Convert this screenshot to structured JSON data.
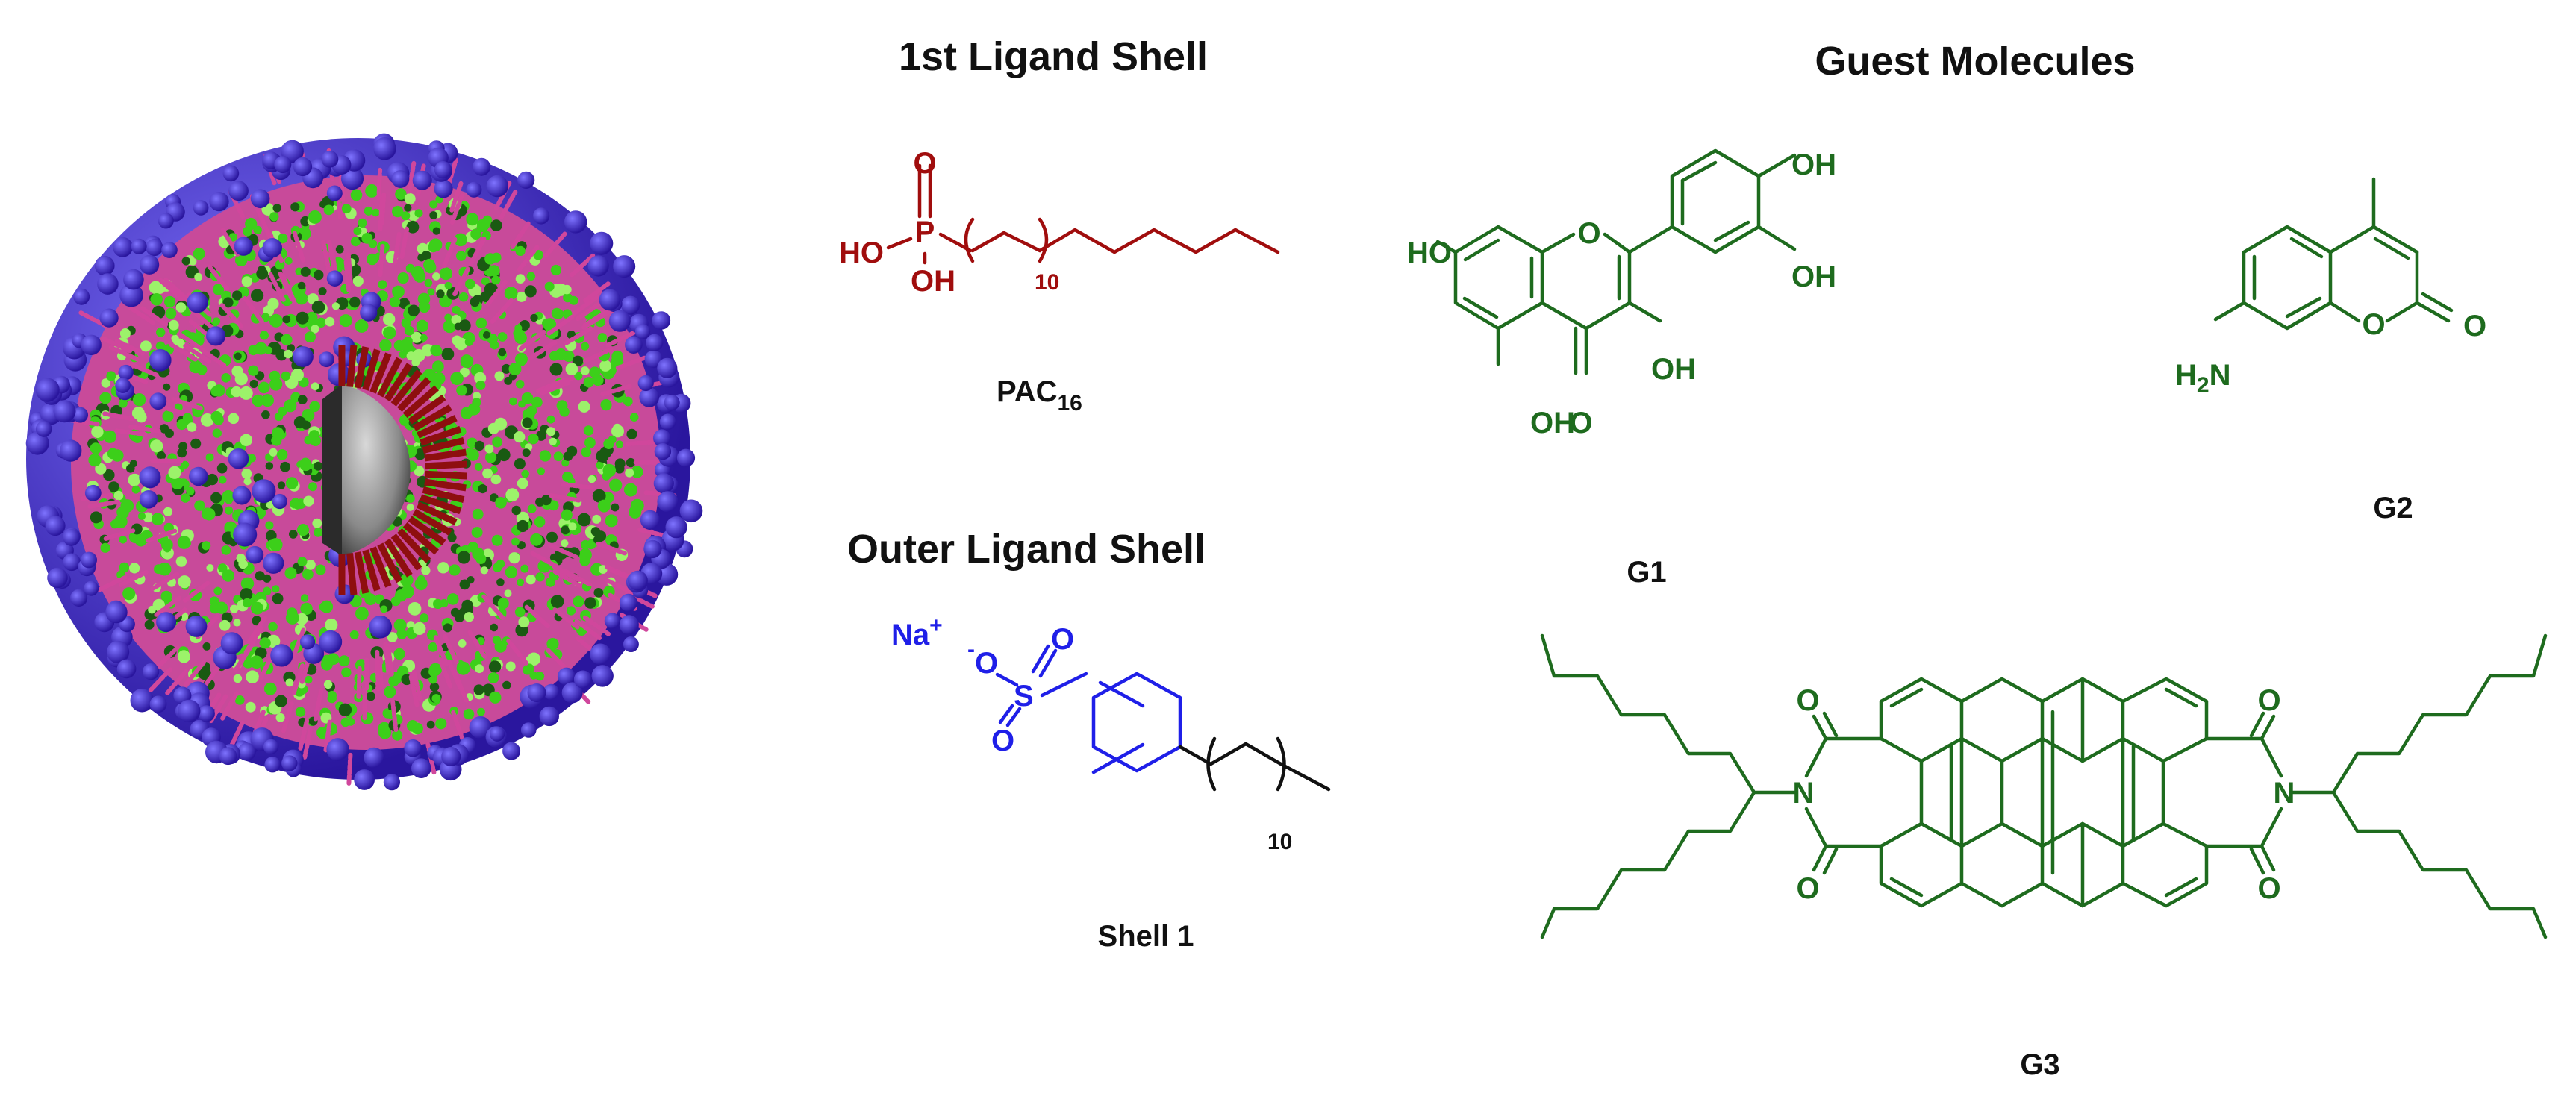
{
  "headings": {
    "first_shell": "1st Ligand Shell",
    "outer_shell": "Outer Ligand Shell",
    "guests": "Guest Molecules"
  },
  "captions": {
    "pac16_base": "PAC",
    "pac16_sub": "16",
    "shell1": "Shell 1",
    "g1": "G1",
    "g2": "G2",
    "g3": "G3"
  },
  "pac16": {
    "oxo": "O",
    "phosphorus": "P",
    "hydroxyl_left": "HO",
    "hydroxyl_bottom": "OH",
    "repeat_count": "10"
  },
  "shell1_molecule": {
    "cation": "Na",
    "cation_charge": "+",
    "anion_charge": "-",
    "oxygen": "O",
    "sulfur": "S",
    "repeat_count": "10"
  },
  "g1_molecule": {
    "oh_left": "HO",
    "oh_top_right": "OH",
    "oh_right": "OH",
    "oh_ring": "OH",
    "oh_bottom": "OH",
    "ring_oxygen": "O",
    "carbonyl_oxygen": "O"
  },
  "g2_molecule": {
    "amine": "H",
    "amine_sub": "2",
    "amine_n": "N",
    "ring_oxygen": "O",
    "carbonyl_oxygen": "O"
  },
  "g3_molecule": {
    "nitrogen": "N",
    "oxygen": "O"
  },
  "colors": {
    "pac16": "#a00d0d",
    "shell1": "#1f1fe8",
    "guest": "#1e6b1e",
    "text": "#111111",
    "nanoparticle_green": "#3ccf1a",
    "nanoparticle_blue": "#3a27c8",
    "nanoparticle_pink": "#d0479c",
    "nanoparticle_core": "#8a8a8a"
  }
}
